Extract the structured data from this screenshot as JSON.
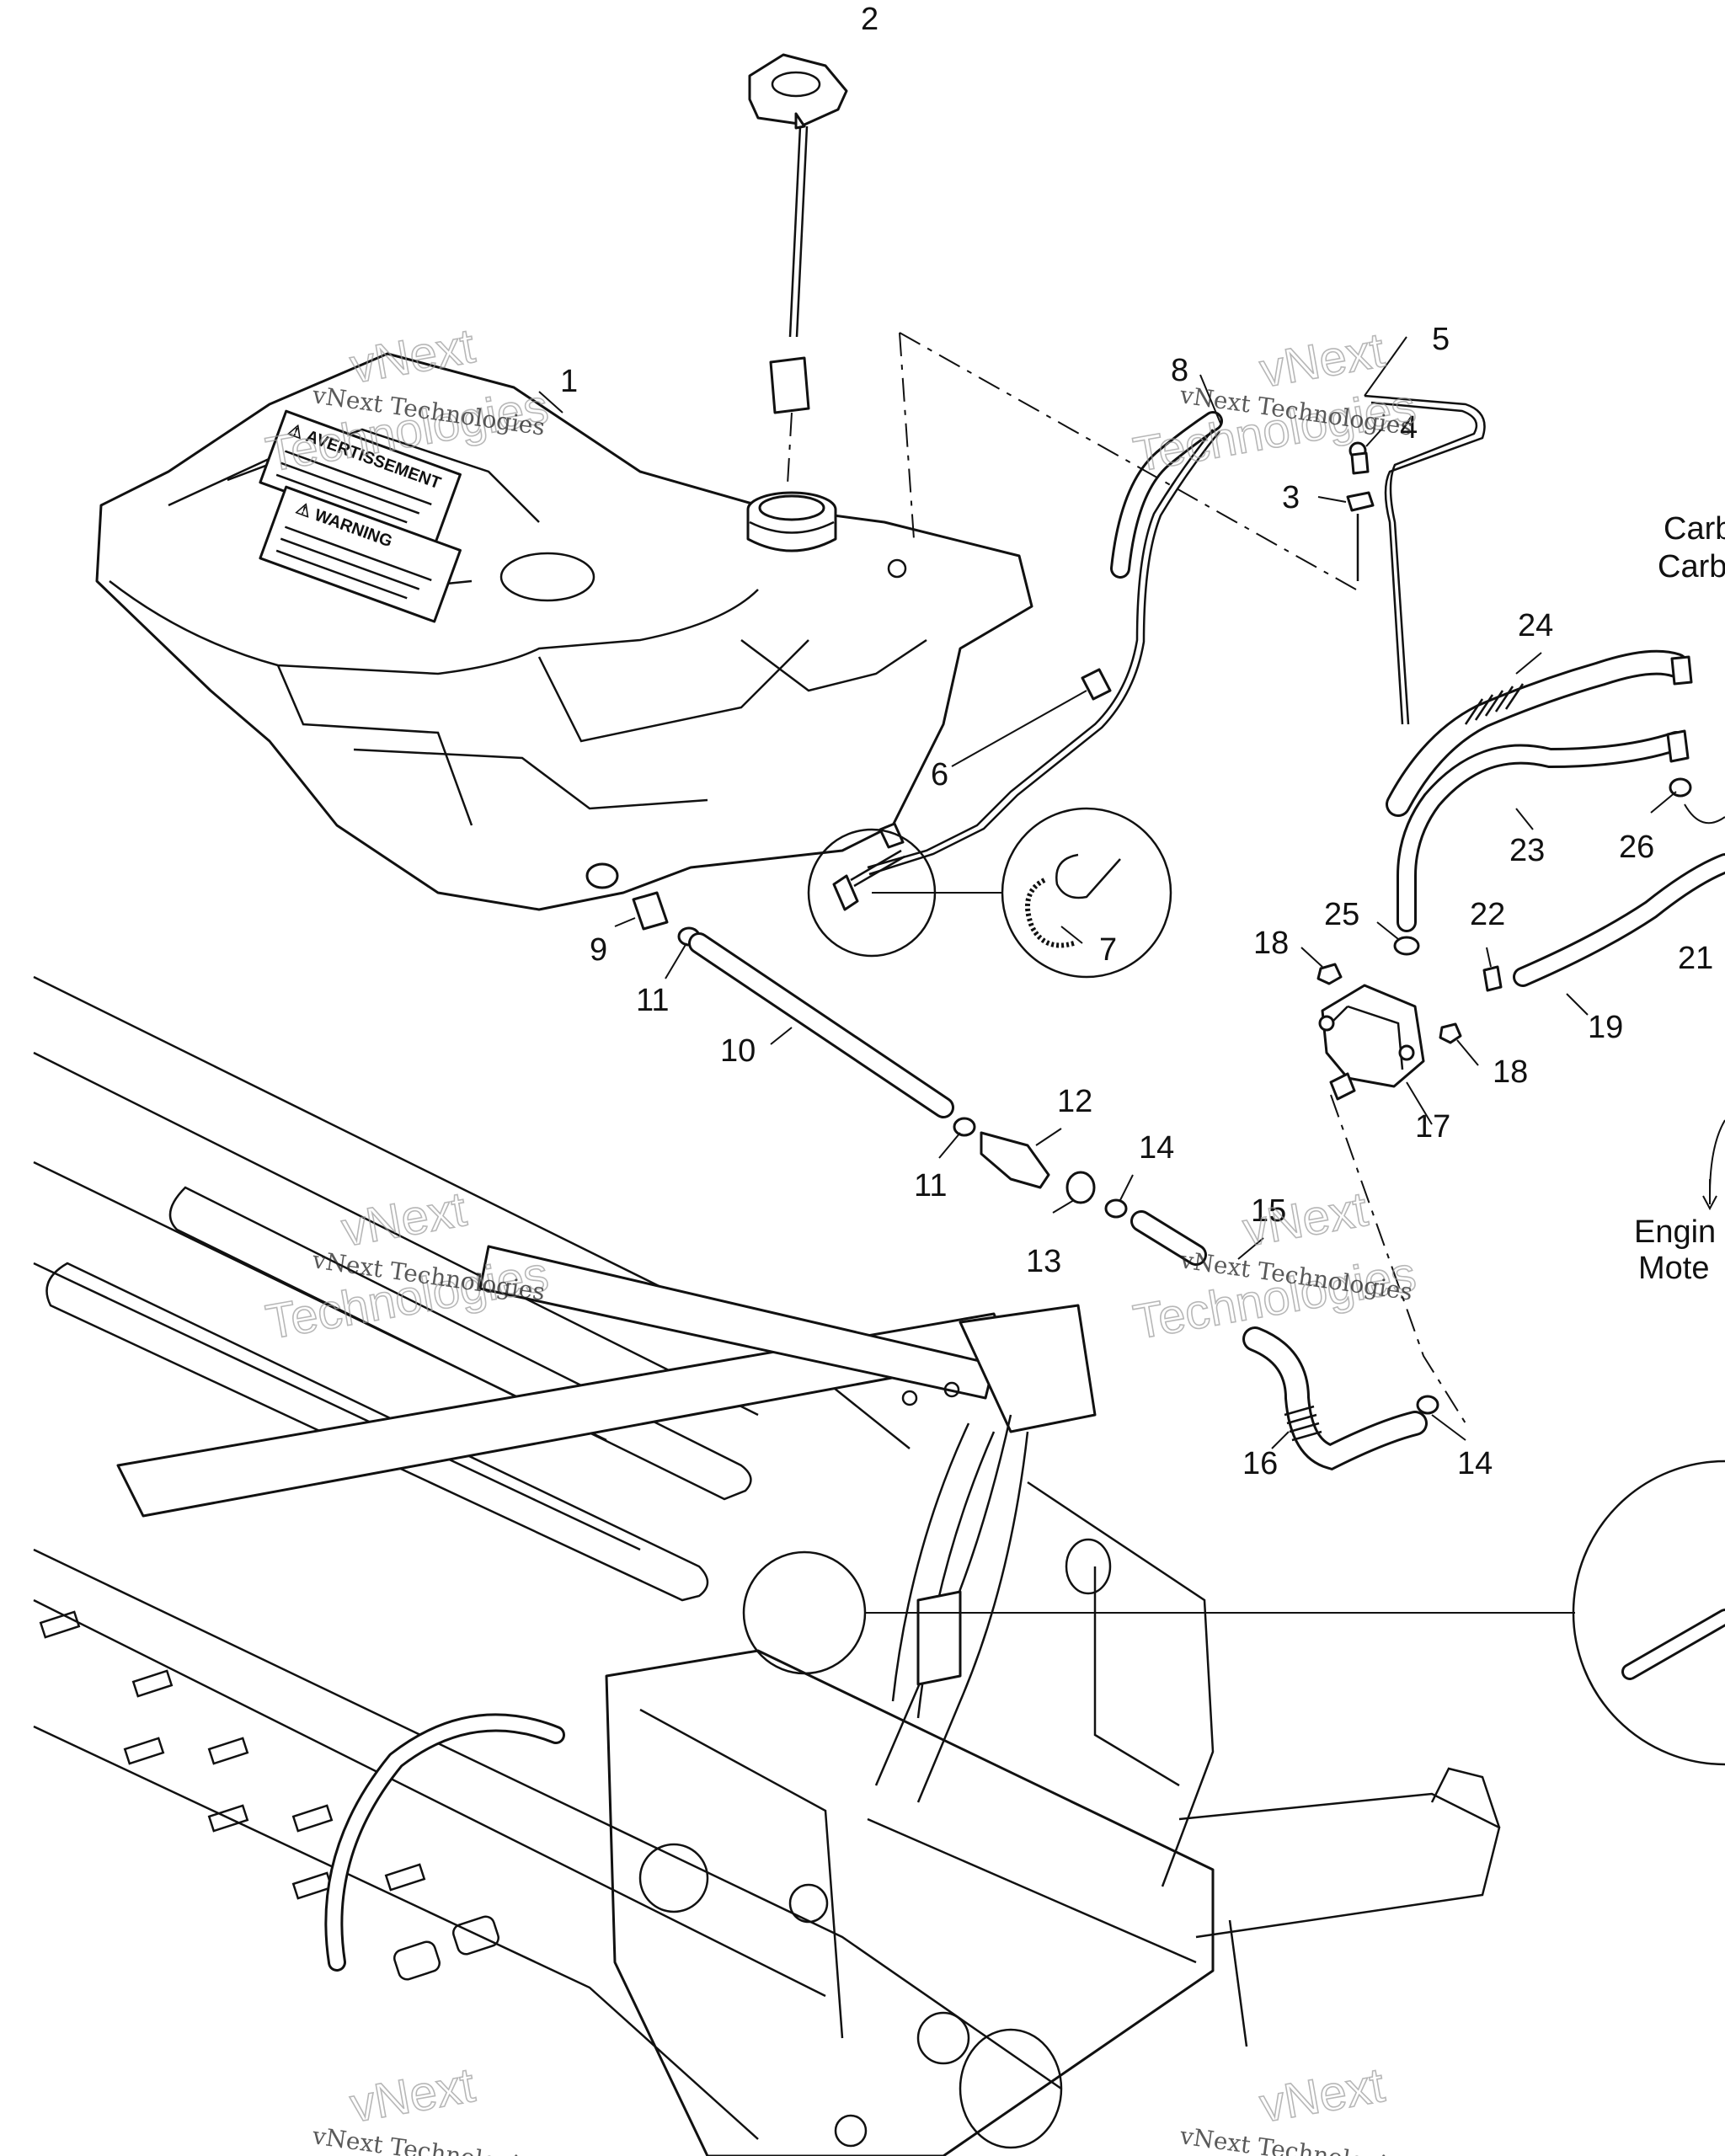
{
  "callouts": [
    {
      "id": "1",
      "text": "1"
    },
    {
      "id": "2",
      "text": "2"
    },
    {
      "id": "3",
      "text": "3"
    },
    {
      "id": "4",
      "text": "4"
    },
    {
      "id": "5",
      "text": "5"
    },
    {
      "id": "6",
      "text": "6"
    },
    {
      "id": "7",
      "text": "7"
    },
    {
      "id": "8",
      "text": "8"
    },
    {
      "id": "9",
      "text": "9"
    },
    {
      "id": "10",
      "text": "10"
    },
    {
      "id": "11a",
      "text": "11"
    },
    {
      "id": "11b",
      "text": "11"
    },
    {
      "id": "12",
      "text": "12"
    },
    {
      "id": "13",
      "text": "13"
    },
    {
      "id": "14a",
      "text": "14"
    },
    {
      "id": "14b",
      "text": "14"
    },
    {
      "id": "15",
      "text": "15"
    },
    {
      "id": "16",
      "text": "16"
    },
    {
      "id": "17",
      "text": "17"
    },
    {
      "id": "18a",
      "text": "18"
    },
    {
      "id": "18b",
      "text": "18"
    },
    {
      "id": "19",
      "text": "19"
    },
    {
      "id": "21",
      "text": "21"
    },
    {
      "id": "22",
      "text": "22"
    },
    {
      "id": "23",
      "text": "23"
    },
    {
      "id": "24",
      "text": "24"
    },
    {
      "id": "25",
      "text": "25"
    },
    {
      "id": "26",
      "text": "26"
    }
  ],
  "side_labels": {
    "carb_1": "Carb",
    "carb_2": "Carb",
    "engine_1": "Engin",
    "engine_2": "Mote"
  },
  "tank_labels": {
    "warning": "⚠ WARNING",
    "avertissement": "⚠ AVERTISSEMENT"
  },
  "watermark": {
    "line1": "vNext Technologies",
    "big_top": "vNext",
    "big_bottom": "Technologies"
  }
}
